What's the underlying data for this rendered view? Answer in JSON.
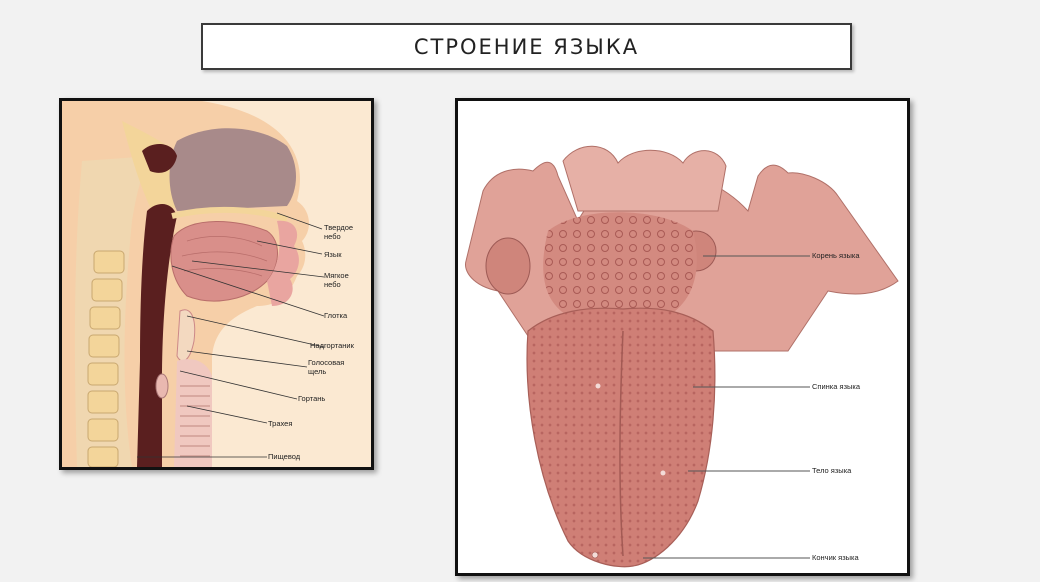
{
  "title": "СТРОЕНИЕ ЯЗЫКА",
  "left_diagram": {
    "labels": [
      {
        "id": "hard-palate",
        "text": "Твердое\nнебо"
      },
      {
        "id": "tongue",
        "text": "Язык"
      },
      {
        "id": "soft-palate",
        "text": "Мягкое\nнебо"
      },
      {
        "id": "pharynx",
        "text": "Глотка"
      },
      {
        "id": "epiglottis",
        "text": "Надгортаник"
      },
      {
        "id": "glottis",
        "text": "Голосовая\nщель"
      },
      {
        "id": "larynx",
        "text": "Гортань"
      },
      {
        "id": "trachea",
        "text": "Трахея"
      },
      {
        "id": "esophagus",
        "text": "Пищевод"
      }
    ]
  },
  "right_diagram": {
    "labels": [
      {
        "id": "root",
        "text": "Корень языка"
      },
      {
        "id": "back",
        "text": "Спинка языка"
      },
      {
        "id": "body",
        "text": "Тело языка"
      },
      {
        "id": "tip",
        "text": "Кончик языка"
      }
    ]
  },
  "colors": {
    "background": "#f2f2f2",
    "tissue_pink": "#d9837a",
    "bone_beige": "#f3d9a0",
    "dark_cavity": "#5a1f1f"
  }
}
